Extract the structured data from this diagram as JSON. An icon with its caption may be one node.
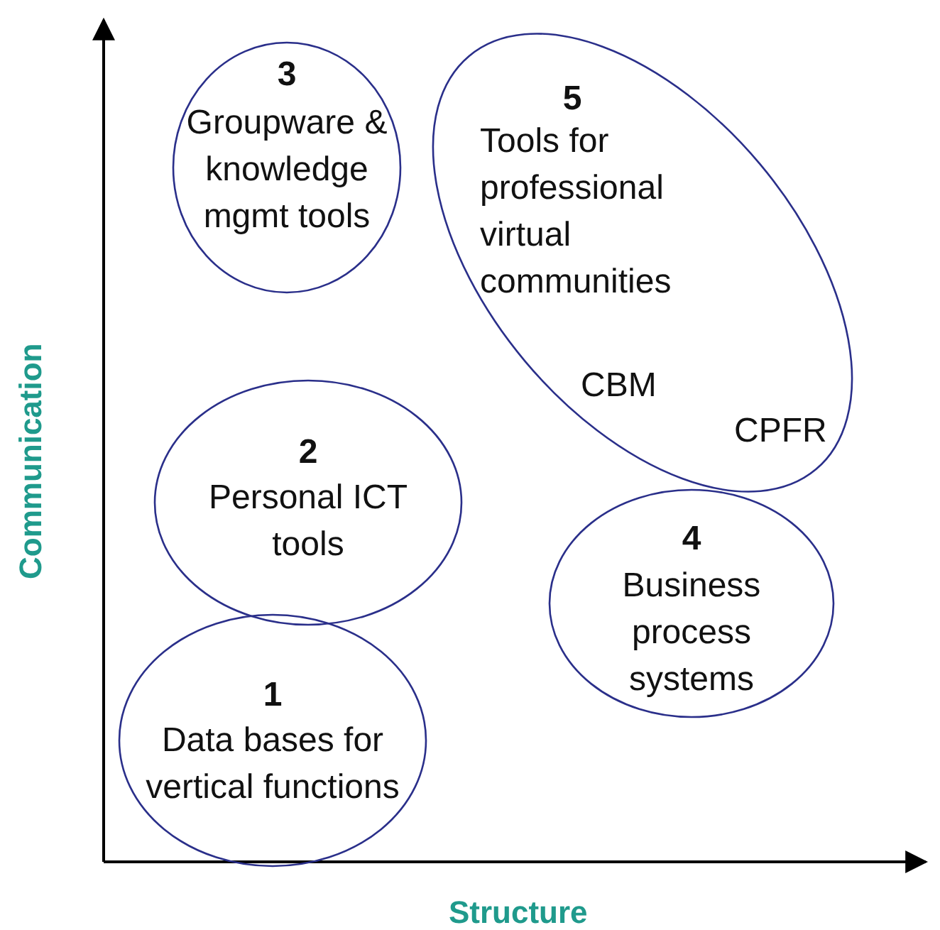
{
  "diagram": {
    "nodes": [
      {
        "text": [
          "3",
          "Groupware & knowledge mgmt tools"
        ]
      },
      {
        "text": [
          "5",
          "Tools for professional virtual communities",
          "CBM",
          "CPFR"
        ]
      },
      {
        "text": [
          "2",
          "Personal ICT tools"
        ]
      },
      {
        "text": [
          "4",
          "Business process systems"
        ]
      },
      {
        "text": [
          "1",
          "Data bases for vertical functions"
        ]
      }
    ],
    "edges": [],
    "labels": [
      "Communication",
      "Structure"
    ]
  }
}
